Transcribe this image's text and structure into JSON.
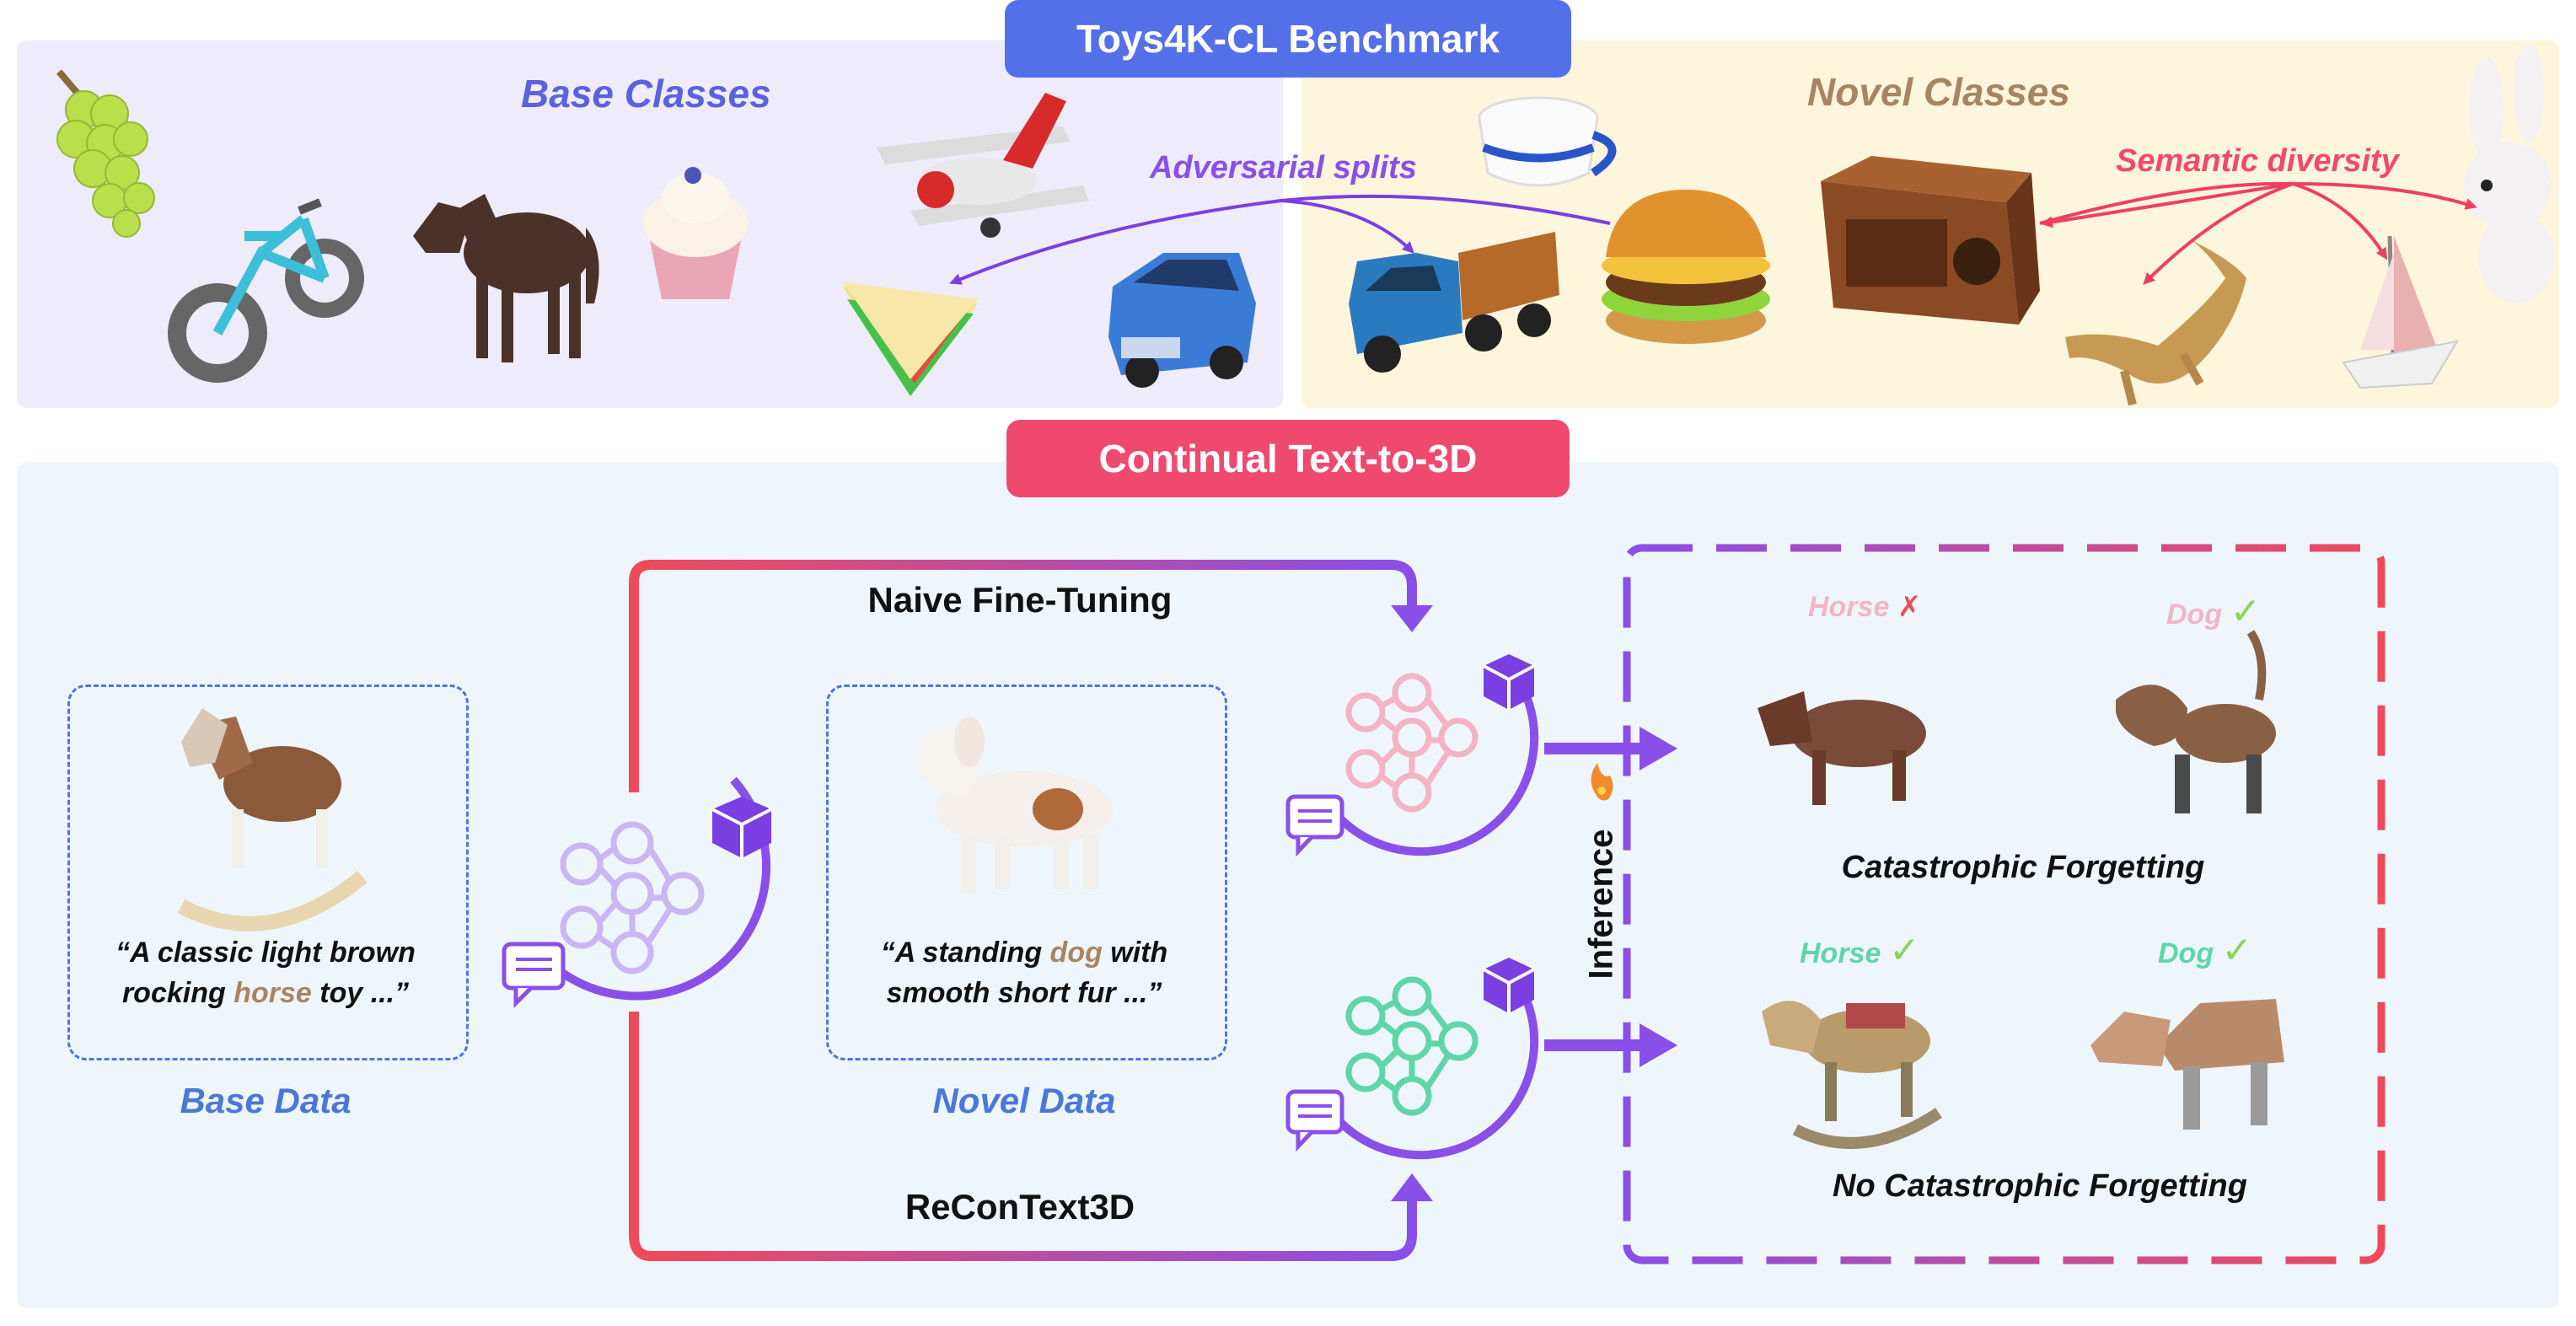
{
  "benchmark": {
    "title": "Toys4K-CL Benchmark",
    "base_classes": "Base Classes",
    "novel_classes": "Novel Classes",
    "adversarial_splits": "Adversarial splits",
    "semantic_diversity": "Semantic diversity"
  },
  "continual": {
    "title": "Continual Text-to-3D",
    "naive": "Naive Fine-Tuning",
    "recon": "ReConText3D",
    "inference": "Inference",
    "base_data": "Base Data",
    "novel_data": "Novel Data",
    "base_quote_1": "“A classic light brown",
    "base_quote_pre": "rocking ",
    "base_quote_word": "horse",
    "base_quote_post": " toy ...”",
    "novel_quote_pre": "“A standing ",
    "novel_quote_word": "dog",
    "novel_quote_post": " with",
    "novel_quote_2": "smooth short fur ...”",
    "horse": "Horse",
    "dog": "Dog",
    "catastrophic": "Catastrophic Forgetting",
    "no_catastrophic": "No Catastrophic Forgetting",
    "mark_check": "✓",
    "mark_cross": "✗"
  },
  "colors": {
    "blue_pill": "#5470e8",
    "red_pill": "#ef4a6e",
    "base_panel": "#eeebfb",
    "novel_panel": "#fdf5dc",
    "bottom_panel": "#eef6fc",
    "purple": "#8a4fe8",
    "red": "#ef4a5a",
    "green": "#5fd6a8",
    "pink": "#f4b4c4",
    "lavender": "#c9b6f2"
  }
}
